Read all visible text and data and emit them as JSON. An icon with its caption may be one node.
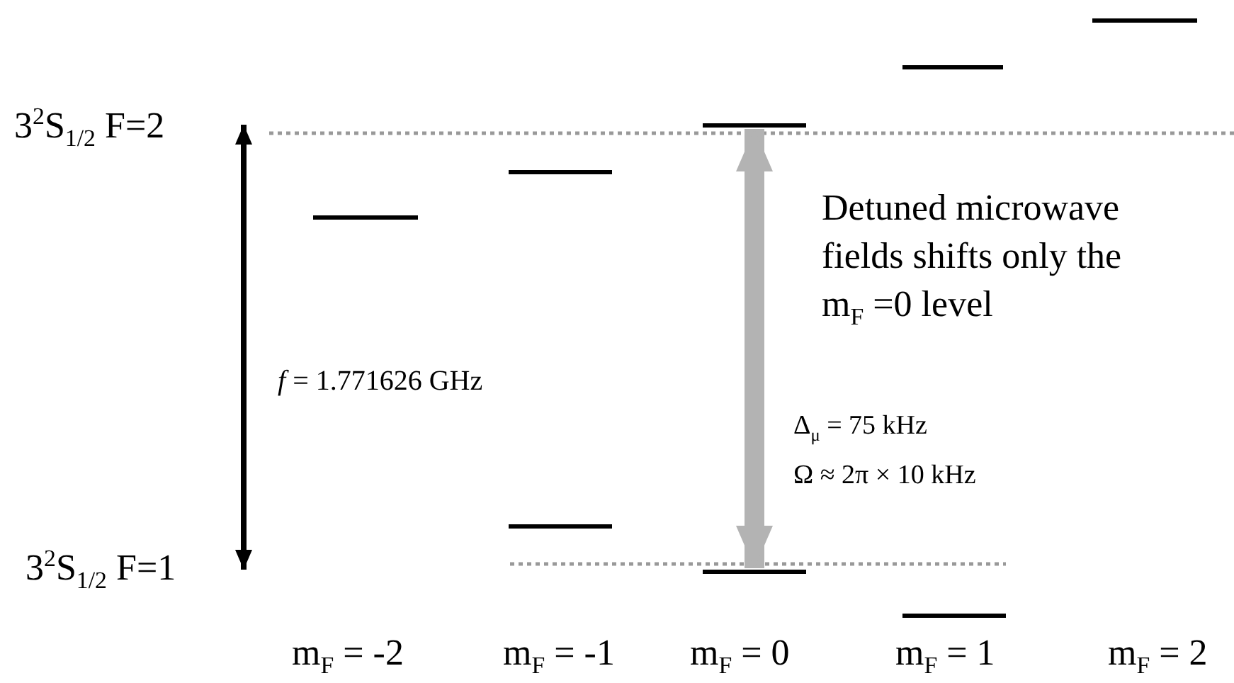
{
  "diagram": {
    "nodes": [
      {
        "text": [],
        "shape": "bar"
      },
      {
        "text": [],
        "shape": "bar"
      },
      {
        "text": [],
        "shape": "bar"
      },
      {
        "text": [],
        "shape": "bar"
      },
      {
        "text": [],
        "shape": "bar"
      },
      {
        "text": [],
        "shape": "bar"
      },
      {
        "text": [],
        "shape": "bar"
      },
      {
        "text": [],
        "shape": "bar"
      }
    ],
    "edges": [
      {
        "from": 3,
        "to": 4,
        "arrow": "both"
      }
    ],
    "labels": [
      "3$^{2}$S$_{1/2}$ F=2",
      "Detuned microwave fields shifts only the m$_{F}$ =0 level",
      "*f* = 1.771626 GHz",
      "Δ$_{μ}$ = 75 kHz",
      "Ω ≈ 2π × 10 kHz",
      "3$^{2}$S$_{1/2}$ F=1",
      "m$_{F}$ = -2",
      "m$_{F}$ = -1",
      "m$_{F}$ = 0",
      "m$_{F}$ = 1",
      "m$_{F}$ = 2"
    ]
  }
}
